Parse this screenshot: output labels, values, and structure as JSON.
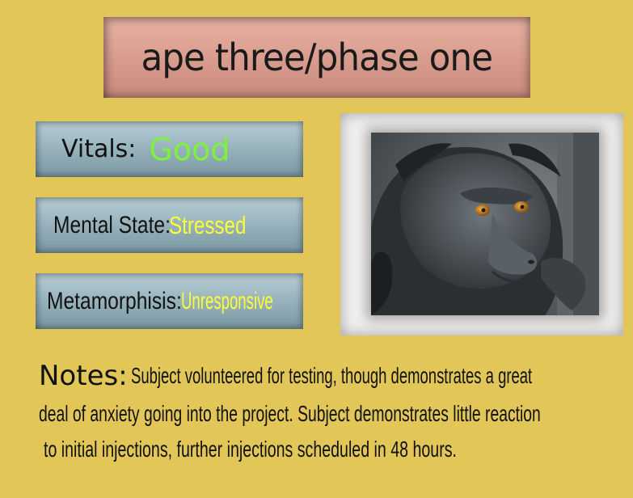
{
  "title": "ape three/phase one",
  "stats": {
    "vitals_label": "Vitals:",
    "vitals_value": "Good",
    "vitals_color": "#7cf23a",
    "mental_label": "Mental State:",
    "mental_value": "Stressed",
    "mental_color": "#ffff33",
    "meta_label": "Metamorphisis:",
    "meta_value": "Unresponsive",
    "meta_color": "#ffff33"
  },
  "photo": {
    "subject": "black macaque ape portrait"
  },
  "notes": {
    "heading": "Notes:",
    "line1": "Subject volunteered for testing, though demonstrates a great",
    "line2": "deal of anxiety going into the project. Subject demonstrates little reaction",
    "line3": "to initial injections, further injections scheduled in 48 hours."
  }
}
